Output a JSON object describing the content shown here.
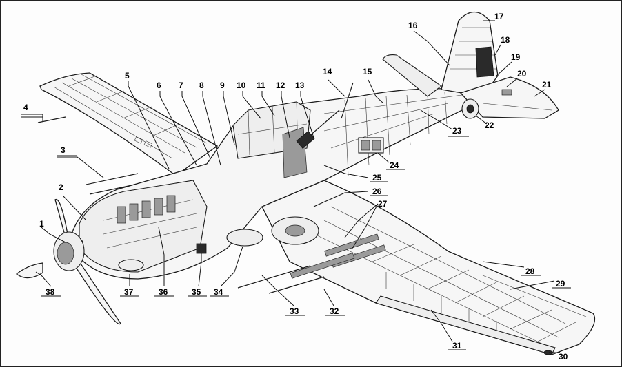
{
  "callouts": [
    {
      "n": "1"
    },
    {
      "n": "2"
    },
    {
      "n": "3"
    },
    {
      "n": "4"
    },
    {
      "n": "5"
    },
    {
      "n": "6"
    },
    {
      "n": "7"
    },
    {
      "n": "8"
    },
    {
      "n": "9"
    },
    {
      "n": "10"
    },
    {
      "n": "11"
    },
    {
      "n": "12"
    },
    {
      "n": "13"
    },
    {
      "n": "14"
    },
    {
      "n": "15"
    },
    {
      "n": "16"
    },
    {
      "n": "17"
    },
    {
      "n": "18"
    },
    {
      "n": "19"
    },
    {
      "n": "20"
    },
    {
      "n": "21"
    },
    {
      "n": "22"
    },
    {
      "n": "23"
    },
    {
      "n": "24"
    },
    {
      "n": "25"
    },
    {
      "n": "26"
    },
    {
      "n": "27"
    },
    {
      "n": "28"
    },
    {
      "n": "29"
    },
    {
      "n": "30"
    },
    {
      "n": "31"
    },
    {
      "n": "32"
    },
    {
      "n": "33"
    },
    {
      "n": "34"
    },
    {
      "n": "35"
    },
    {
      "n": "36"
    },
    {
      "n": "37"
    },
    {
      "n": "38"
    }
  ],
  "colors": {
    "ink": "#1a1a1a",
    "paper": "#fdfdfd",
    "skin": "#f6f6f6"
  }
}
